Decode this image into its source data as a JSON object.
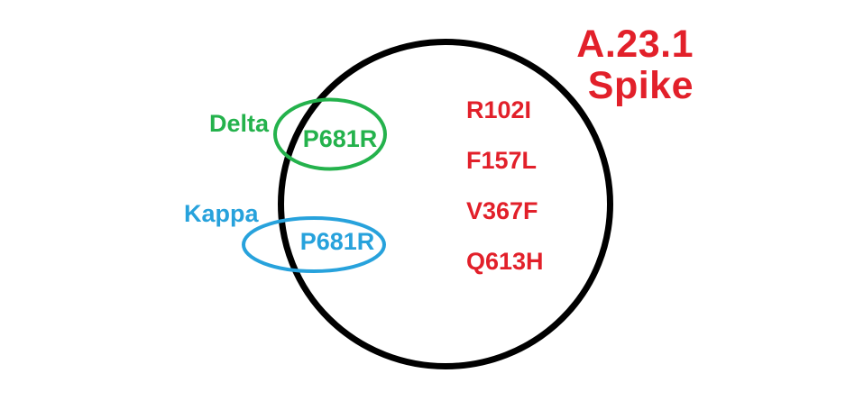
{
  "title": {
    "line1": "A.23.1",
    "line2": "Spike"
  },
  "main_circle": {
    "name": "A.23.1 Spike",
    "mutations": [
      "R102I",
      "F157L",
      "V367F",
      "Q613H"
    ]
  },
  "overlays": {
    "delta": {
      "label": "Delta",
      "shared_mutation": "P681R",
      "color": "#24b24c"
    },
    "kappa": {
      "label": "Kappa",
      "shared_mutation": "P681R",
      "color": "#27a2dc"
    }
  },
  "colors": {
    "title_red": "#e2202a",
    "mutation_red": "#e2202a",
    "circle_stroke": "#000000",
    "background": "#ffffff"
  }
}
